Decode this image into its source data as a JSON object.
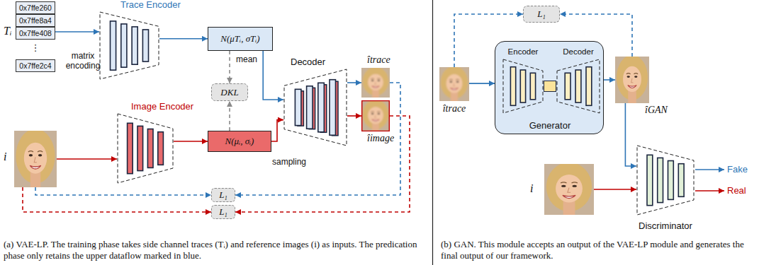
{
  "diagram": {
    "nodes": [
      {
        "text": [
          "Tᵢ"
        ]
      },
      {
        "text": [
          "0x7ffe260"
        ],
        "in": 0
      },
      {
        "text": [
          "0x7ffe8a4"
        ],
        "in": 0
      },
      {
        "text": [
          "0x7ffe408"
        ],
        "in": 0
      },
      {
        "text": [
          "0x7ffe2c4"
        ],
        "in": 0
      },
      {
        "text": [
          "Trace Encoder"
        ]
      },
      {
        "text": [
          "N(μTᵢ, σTᵢ)"
        ]
      },
      {
        "text": [
          "DKL"
        ]
      },
      {
        "text": [
          "Decoder"
        ]
      },
      {
        "text": [
          "îtrace"
        ]
      },
      {
        "text": [
          "îimage"
        ]
      },
      {
        "text": [
          "i"
        ]
      },
      {
        "text": [
          "Image Encoder"
        ]
      },
      {
        "text": [
          "N(μᵢ, σᵢ)"
        ]
      },
      {
        "text": [
          "L₁"
        ]
      },
      {
        "text": [
          "L₁"
        ]
      },
      {
        "text": [
          "L₁"
        ]
      },
      {
        "text": [
          "îtrace"
        ]
      },
      {
        "text": [
          "Generator"
        ]
      },
      {
        "text": [
          "Encoder"
        ],
        "in": 18
      },
      {
        "text": [
          "Decoder"
        ],
        "in": 18
      },
      {
        "text": [
          "îGAN"
        ]
      },
      {
        "text": [
          "Discriminator"
        ]
      },
      {
        "text": [
          "i"
        ]
      }
    ],
    "edges": [
      {
        "from": 0,
        "to": 5,
        "arrow": "to",
        "label": "matrix encoding"
      },
      {
        "from": 5,
        "to": 6,
        "arrow": "to"
      },
      {
        "from": 6,
        "to": 7,
        "arrow": "to"
      },
      {
        "from": 13,
        "to": 7,
        "arrow": "to"
      },
      {
        "from": 6,
        "to": 8,
        "arrow": "to",
        "label": "mean"
      },
      {
        "from": 13,
        "to": 8,
        "arrow": "to",
        "label": "sampling"
      },
      {
        "from": 8,
        "to": 9,
        "arrow": "to"
      },
      {
        "from": 8,
        "to": 10,
        "arrow": "to"
      },
      {
        "from": 11,
        "to": 12,
        "arrow": "to"
      },
      {
        "from": 12,
        "to": 13,
        "arrow": "to"
      },
      {
        "from": 11,
        "to": 14,
        "arrow": "to"
      },
      {
        "from": 9,
        "to": 14,
        "arrow": "to"
      },
      {
        "from": 11,
        "to": 15,
        "arrow": "to"
      },
      {
        "from": 10,
        "to": 15,
        "arrow": "to"
      },
      {
        "from": 17,
        "to": 18,
        "arrow": "to"
      },
      {
        "from": 18,
        "to": 21,
        "arrow": "to"
      },
      {
        "from": 21,
        "to": 16,
        "arrow": "to"
      },
      {
        "from": 17,
        "to": 16,
        "arrow": "to"
      },
      {
        "from": 21,
        "to": 22,
        "arrow": "to"
      },
      {
        "from": 23,
        "to": 22,
        "arrow": "to"
      }
    ],
    "labels": [
      "⋮",
      "Fake",
      "Real",
      "(a) VAE-LP. The training phase takes side channel traces (Tᵢ) and reference images (i) as inputs. The predication phase only retains the upper dataflow marked in blue.",
      "(b) GAN. This module accepts an output of the VAE-LP module and generates the final output of our framework."
    ]
  }
}
